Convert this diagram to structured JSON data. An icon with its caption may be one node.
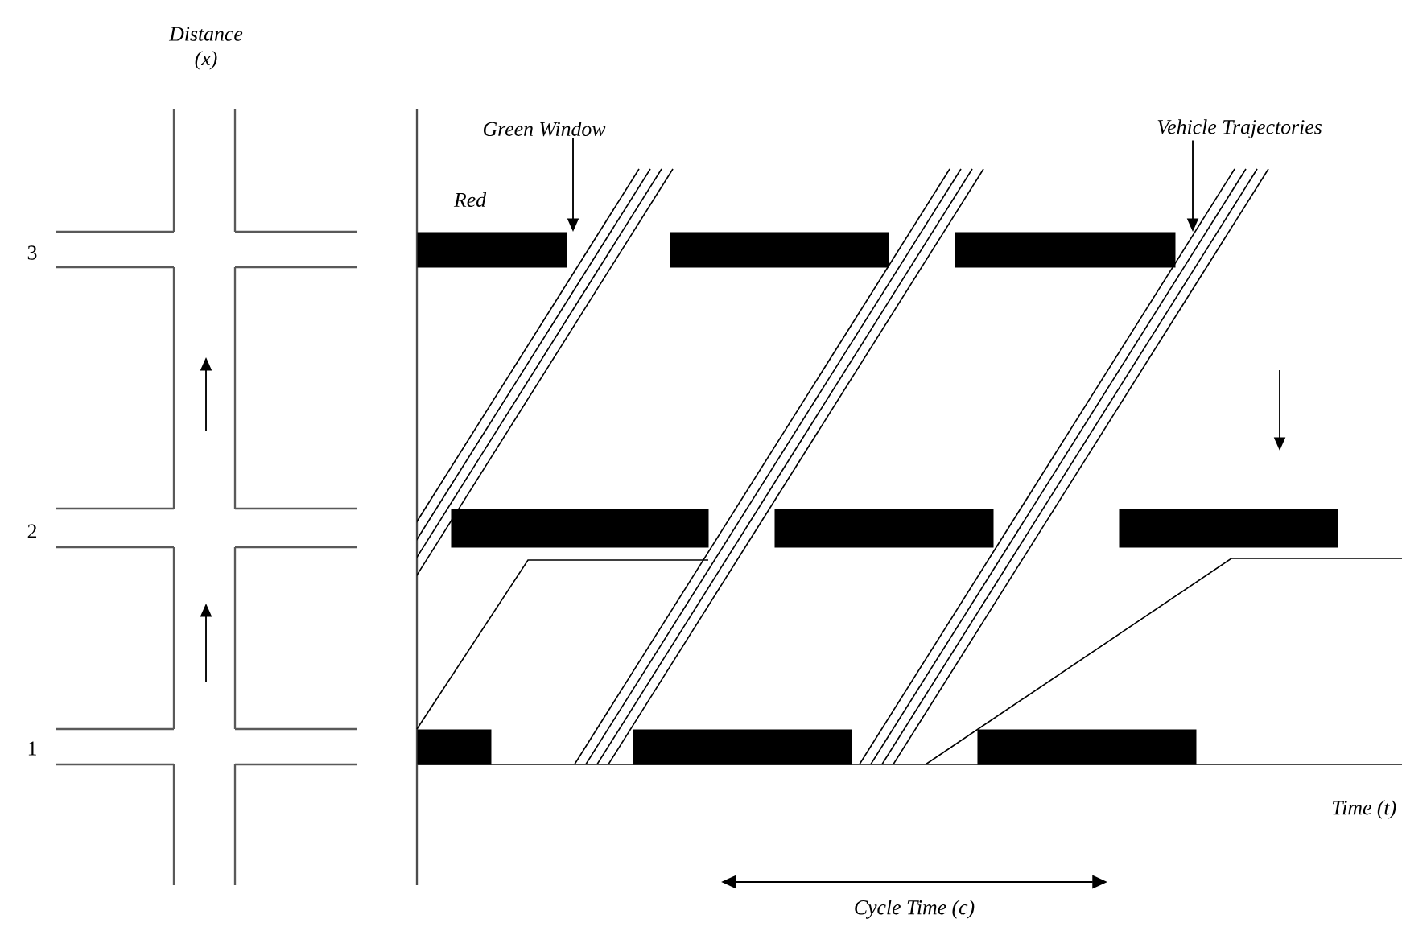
{
  "diagram": {
    "nodes": [
      {
        "text": [
          "Green Window"
        ]
      },
      {
        "text": [
          "Vehicle Trajectories"
        ]
      },
      {
        "text": [],
        "shape": "bar"
      },
      {
        "text": [],
        "shape": "bar"
      },
      {
        "text": [],
        "shape": "bar"
      },
      {
        "text": [],
        "shape": "bar"
      },
      {
        "text": [],
        "shape": "bar"
      },
      {
        "text": [],
        "shape": "bar"
      },
      {
        "text": [],
        "shape": "bar"
      },
      {
        "text": [],
        "shape": "bar"
      },
      {
        "text": [],
        "shape": "bar"
      }
    ],
    "edges": [
      {
        "from": 0,
        "to": 2,
        "arrow": "to"
      },
      {
        "from": 1,
        "to": 4,
        "arrow": "to"
      }
    ],
    "labels": [
      "Distance (x)",
      "3",
      "2",
      "1",
      "Red",
      "Time (t)",
      "Cycle Time (c)"
    ]
  }
}
